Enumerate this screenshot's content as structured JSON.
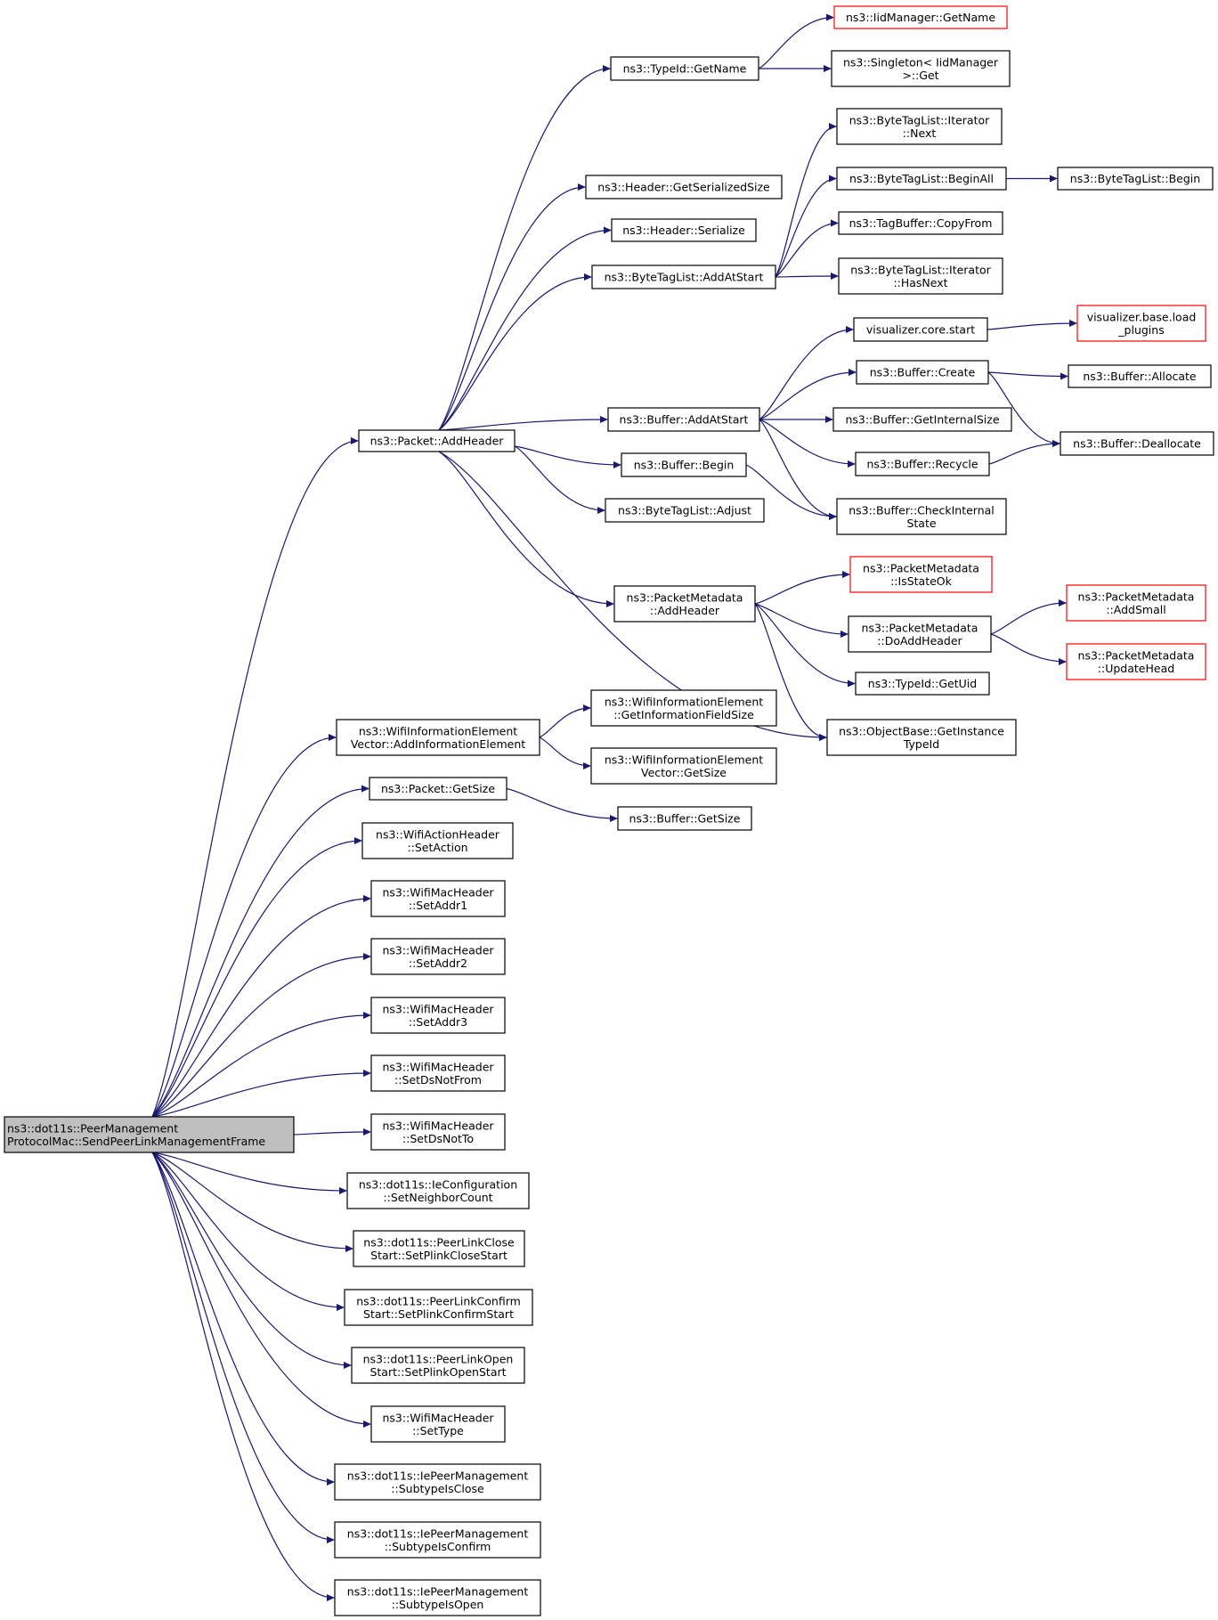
{
  "colors": {
    "edge": "#191970",
    "node_border": "#000000",
    "truncated_border": "#ff0000",
    "root_fill": "#bfbfbf",
    "node_fill": "#ffffff"
  },
  "nodes": [
    {
      "id": "root",
      "lines": [
        "ns3::dot11s::PeerManagement",
        "ProtocolMac::SendPeerLinkManagementFrame"
      ],
      "root": true
    },
    {
      "id": "addheader",
      "lines": [
        "ns3::Packet::AddHeader"
      ]
    },
    {
      "id": "typeid_getname",
      "lines": [
        "ns3::TypeId::GetName"
      ]
    },
    {
      "id": "iidmgr_getname",
      "lines": [
        "ns3::IidManager::GetName"
      ],
      "truncated": true
    },
    {
      "id": "singleton_get",
      "lines": [
        "ns3::Singleton< IidManager",
        ">::Get"
      ]
    },
    {
      "id": "btl_iter_next",
      "lines": [
        "ns3::ByteTagList::Iterator",
        "::Next"
      ]
    },
    {
      "id": "btl_beginall",
      "lines": [
        "ns3::ByteTagList::BeginAll"
      ]
    },
    {
      "id": "btl_begin",
      "lines": [
        "ns3::ByteTagList::Begin"
      ]
    },
    {
      "id": "header_getsersize",
      "lines": [
        "ns3::Header::GetSerializedSize"
      ]
    },
    {
      "id": "tagbuffer_copyfrom",
      "lines": [
        "ns3::TagBuffer::CopyFrom"
      ]
    },
    {
      "id": "header_serialize",
      "lines": [
        "ns3::Header::Serialize"
      ]
    },
    {
      "id": "btl_addatstart",
      "lines": [
        "ns3::ByteTagList::AddAtStart"
      ]
    },
    {
      "id": "btl_iter_hasnext",
      "lines": [
        "ns3::ByteTagList::Iterator",
        "::HasNext"
      ]
    },
    {
      "id": "vis_core_start",
      "lines": [
        "visualizer.core.start"
      ]
    },
    {
      "id": "vis_base_load",
      "lines": [
        "visualizer.base.load",
        "_plugins"
      ],
      "truncated": true
    },
    {
      "id": "buffer_create",
      "lines": [
        "ns3::Buffer::Create"
      ]
    },
    {
      "id": "buffer_allocate",
      "lines": [
        "ns3::Buffer::Allocate"
      ]
    },
    {
      "id": "buffer_addatstart",
      "lines": [
        "ns3::Buffer::AddAtStart"
      ]
    },
    {
      "id": "buffer_getinternalsize",
      "lines": [
        "ns3::Buffer::GetInternalSize"
      ]
    },
    {
      "id": "buffer_deallocate",
      "lines": [
        "ns3::Buffer::Deallocate"
      ]
    },
    {
      "id": "buffer_begin",
      "lines": [
        "ns3::Buffer::Begin"
      ]
    },
    {
      "id": "buffer_recycle",
      "lines": [
        "ns3::Buffer::Recycle"
      ]
    },
    {
      "id": "btl_adjust",
      "lines": [
        "ns3::ByteTagList::Adjust"
      ]
    },
    {
      "id": "buffer_checkinternal",
      "lines": [
        "ns3::Buffer::CheckInternal",
        "State"
      ]
    },
    {
      "id": "pm_isstateok",
      "lines": [
        "ns3::PacketMetadata",
        "::IsStateOk"
      ],
      "truncated": true
    },
    {
      "id": "pm_addheader",
      "lines": [
        "ns3::PacketMetadata",
        "::AddHeader"
      ]
    },
    {
      "id": "pm_addsmall",
      "lines": [
        "ns3::PacketMetadata",
        "::AddSmall"
      ],
      "truncated": true
    },
    {
      "id": "pm_doaddheader",
      "lines": [
        "ns3::PacketMetadata",
        "::DoAddHeader"
      ]
    },
    {
      "id": "pm_updatehead",
      "lines": [
        "ns3::PacketMetadata",
        "::UpdateHead"
      ],
      "truncated": true
    },
    {
      "id": "typeid_getuid",
      "lines": [
        "ns3::TypeId::GetUid"
      ]
    },
    {
      "id": "wie_getinfofieldsize",
      "lines": [
        "ns3::WifiInformationElement",
        "::GetInformationFieldSize"
      ]
    },
    {
      "id": "wiev_addinfoelement",
      "lines": [
        "ns3::WifiInformationElement",
        "Vector::AddInformationElement"
      ]
    },
    {
      "id": "objbase_getinstancetypeid",
      "lines": [
        "ns3::ObjectBase::GetInstance",
        "TypeId"
      ]
    },
    {
      "id": "wiev_getsize",
      "lines": [
        "ns3::WifiInformationElement",
        "Vector::GetSize"
      ]
    },
    {
      "id": "packet_getsize",
      "lines": [
        "ns3::Packet::GetSize"
      ]
    },
    {
      "id": "buffer_getsize",
      "lines": [
        "ns3::Buffer::GetSize"
      ]
    },
    {
      "id": "wah_setaction",
      "lines": [
        "ns3::WifiActionHeader",
        "::SetAction"
      ]
    },
    {
      "id": "wmh_setaddr1",
      "lines": [
        "ns3::WifiMacHeader",
        "::SetAddr1"
      ]
    },
    {
      "id": "wmh_setaddr2",
      "lines": [
        "ns3::WifiMacHeader",
        "::SetAddr2"
      ]
    },
    {
      "id": "wmh_setaddr3",
      "lines": [
        "ns3::WifiMacHeader",
        "::SetAddr3"
      ]
    },
    {
      "id": "wmh_setdsnotfrom",
      "lines": [
        "ns3::WifiMacHeader",
        "::SetDsNotFrom"
      ]
    },
    {
      "id": "wmh_setdsnotto",
      "lines": [
        "ns3::WifiMacHeader",
        "::SetDsNotTo"
      ]
    },
    {
      "id": "iecfg_setneighborcount",
      "lines": [
        "ns3::dot11s::IeConfiguration",
        "::SetNeighborCount"
      ]
    },
    {
      "id": "plc_setplinkclosestart",
      "lines": [
        "ns3::dot11s::PeerLinkClose",
        "Start::SetPlinkCloseStart"
      ]
    },
    {
      "id": "plcf_setplinkconfirmstart",
      "lines": [
        "ns3::dot11s::PeerLinkConfirm",
        "Start::SetPlinkConfirmStart"
      ]
    },
    {
      "id": "plo_setplinkopenstart",
      "lines": [
        "ns3::dot11s::PeerLinkOpen",
        "Start::SetPlinkOpenStart"
      ]
    },
    {
      "id": "wmh_settype",
      "lines": [
        "ns3::WifiMacHeader",
        "::SetType"
      ]
    },
    {
      "id": "iepm_subtypeisclose",
      "lines": [
        "ns3::dot11s::IePeerManagement",
        "::SubtypeIsClose"
      ]
    },
    {
      "id": "iepm_subtypeisconfirm",
      "lines": [
        "ns3::dot11s::IePeerManagement",
        "::SubtypeIsConfirm"
      ]
    },
    {
      "id": "iepm_subtypeisopen",
      "lines": [
        "ns3::dot11s::IePeerManagement",
        "::SubtypeIsOpen"
      ]
    }
  ],
  "edges": [
    [
      "root",
      "addheader"
    ],
    [
      "root",
      "wiev_addinfoelement"
    ],
    [
      "root",
      "packet_getsize"
    ],
    [
      "root",
      "wah_setaction"
    ],
    [
      "root",
      "wmh_setaddr1"
    ],
    [
      "root",
      "wmh_setaddr2"
    ],
    [
      "root",
      "wmh_setaddr3"
    ],
    [
      "root",
      "wmh_setdsnotfrom"
    ],
    [
      "root",
      "wmh_setdsnotto"
    ],
    [
      "root",
      "iecfg_setneighborcount"
    ],
    [
      "root",
      "plc_setplinkclosestart"
    ],
    [
      "root",
      "plcf_setplinkconfirmstart"
    ],
    [
      "root",
      "plo_setplinkopenstart"
    ],
    [
      "root",
      "wmh_settype"
    ],
    [
      "root",
      "iepm_subtypeisclose"
    ],
    [
      "root",
      "iepm_subtypeisconfirm"
    ],
    [
      "root",
      "iepm_subtypeisopen"
    ],
    [
      "addheader",
      "typeid_getname"
    ],
    [
      "addheader",
      "header_getsersize"
    ],
    [
      "addheader",
      "header_serialize"
    ],
    [
      "addheader",
      "btl_addatstart"
    ],
    [
      "addheader",
      "buffer_addatstart"
    ],
    [
      "addheader",
      "buffer_begin"
    ],
    [
      "addheader",
      "btl_adjust"
    ],
    [
      "addheader",
      "pm_addheader"
    ],
    [
      "addheader",
      "objbase_getinstancetypeid"
    ],
    [
      "typeid_getname",
      "iidmgr_getname"
    ],
    [
      "typeid_getname",
      "singleton_get"
    ],
    [
      "btl_addatstart",
      "btl_iter_next"
    ],
    [
      "btl_addatstart",
      "btl_beginall"
    ],
    [
      "btl_addatstart",
      "tagbuffer_copyfrom"
    ],
    [
      "btl_addatstart",
      "btl_iter_hasnext"
    ],
    [
      "btl_beginall",
      "btl_begin"
    ],
    [
      "buffer_addatstart",
      "vis_core_start"
    ],
    [
      "buffer_addatstart",
      "buffer_create"
    ],
    [
      "buffer_addatstart",
      "buffer_getinternalsize"
    ],
    [
      "buffer_addatstart",
      "buffer_recycle"
    ],
    [
      "buffer_addatstart",
      "buffer_checkinternal"
    ],
    [
      "vis_core_start",
      "vis_base_load"
    ],
    [
      "buffer_create",
      "buffer_allocate"
    ],
    [
      "buffer_create",
      "buffer_deallocate"
    ],
    [
      "buffer_recycle",
      "buffer_deallocate"
    ],
    [
      "buffer_begin",
      "buffer_checkinternal"
    ],
    [
      "pm_addheader",
      "pm_isstateok"
    ],
    [
      "pm_addheader",
      "pm_doaddheader"
    ],
    [
      "pm_addheader",
      "typeid_getuid"
    ],
    [
      "pm_addheader",
      "objbase_getinstancetypeid"
    ],
    [
      "pm_doaddheader",
      "pm_addsmall"
    ],
    [
      "pm_doaddheader",
      "pm_updatehead"
    ],
    [
      "wiev_addinfoelement",
      "wie_getinfofieldsize"
    ],
    [
      "wiev_addinfoelement",
      "wiev_getsize"
    ],
    [
      "packet_getsize",
      "buffer_getsize"
    ]
  ]
}
